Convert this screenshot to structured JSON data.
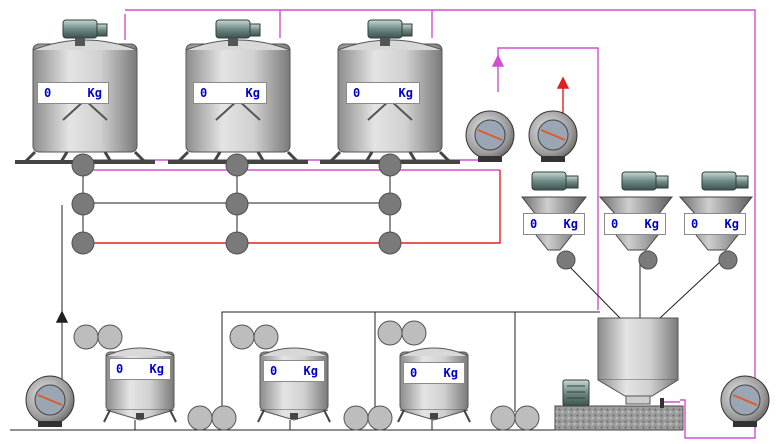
{
  "colors": {
    "background": "#ffffff",
    "pipe_magenta": "#d050d0",
    "pipe_red": "#e02020",
    "pipe_black": "#202020",
    "tank_steel": "#c4c4c4",
    "valve_gray": "#7a7a7a",
    "motor_green": "#6f8a86",
    "weight_text": "#0000cc"
  },
  "mixers": [
    {
      "weight": "0",
      "unit": "Kg"
    },
    {
      "weight": "0",
      "unit": "Kg"
    },
    {
      "weight": "0",
      "unit": "Kg"
    }
  ],
  "hoppers": [
    {
      "weight": "0",
      "unit": "Kg"
    },
    {
      "weight": "0",
      "unit": "Kg"
    },
    {
      "weight": "0",
      "unit": "Kg"
    }
  ],
  "storage_tanks": [
    {
      "weight": "0",
      "unit": "Kg"
    },
    {
      "weight": "0",
      "unit": "Kg"
    },
    {
      "weight": "0",
      "unit": "Kg"
    }
  ]
}
